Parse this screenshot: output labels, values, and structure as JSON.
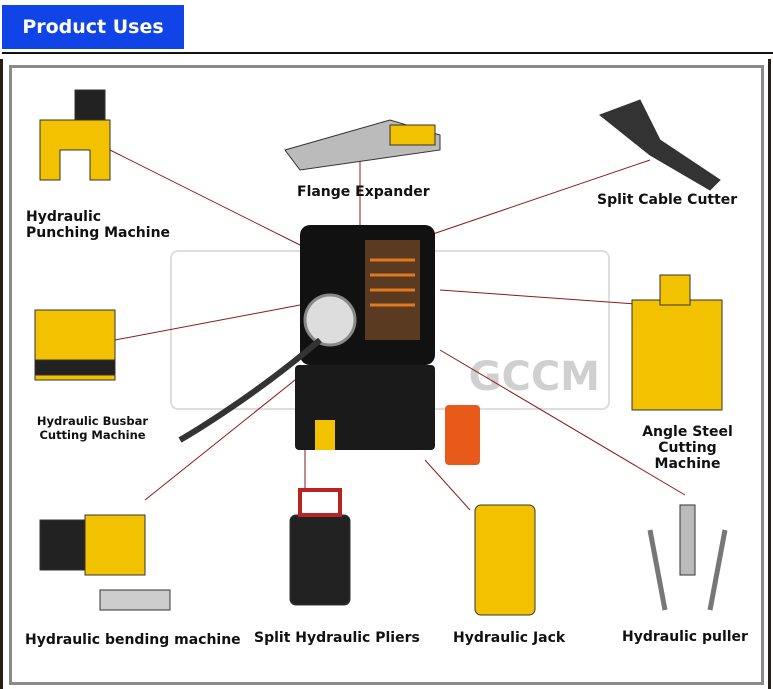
{
  "header": {
    "title": "Product Uses"
  },
  "watermark": "GCCM",
  "products": [
    {
      "label": "Hydraulic\nPunching Machine"
    },
    {
      "label": "Flange Expander"
    },
    {
      "label": "Split Cable Cutter"
    },
    {
      "label": "Hydraulic Busbar Cutting Machine"
    },
    {
      "label": "Angle Steel Cutting Machine"
    },
    {
      "label": "Hydraulic bending machine"
    },
    {
      "label": "Split Hydraulic Pliers"
    },
    {
      "label": "Hydraulic Jack"
    },
    {
      "label": "Hydraulic puller"
    }
  ],
  "colors": {
    "header": "#1144e6",
    "yellow": "#f2c200",
    "line": "#8b1a1a"
  }
}
